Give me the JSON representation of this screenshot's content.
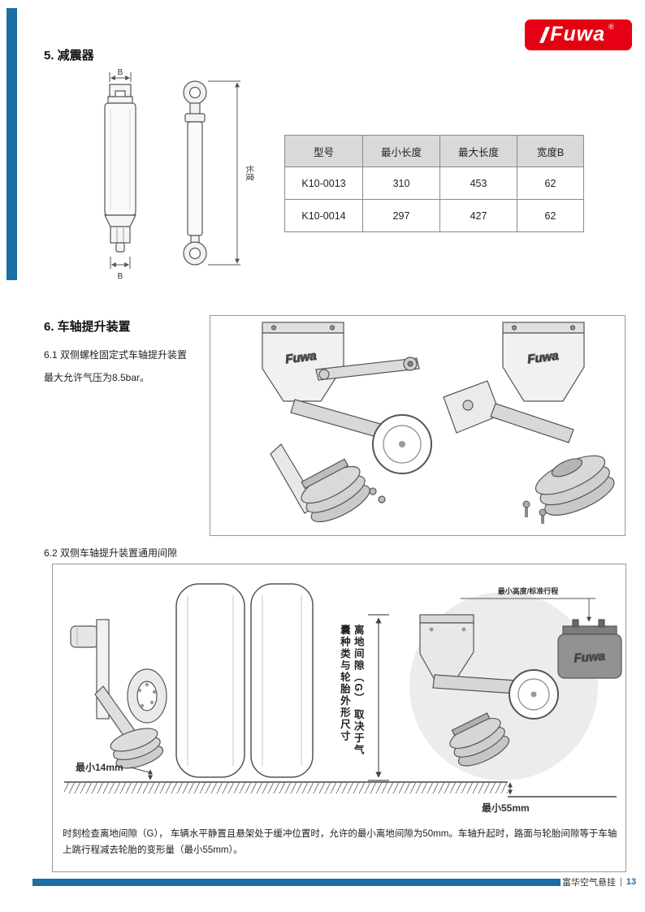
{
  "page": {
    "logo": {
      "text": "Fuwa",
      "reg": "®"
    },
    "footer": {
      "title": "富华空气悬挂",
      "separator": "|",
      "page_number": "13"
    }
  },
  "colors": {
    "accent_blue": "#1c6ea4",
    "logo_red": "#e60013",
    "table_header_gray": "#d9d9d9"
  },
  "section5": {
    "heading": "5. 减震器",
    "drawing": {
      "dim_b_top": "B",
      "dim_b_bottom": "B",
      "dim_length": "长度"
    },
    "table": {
      "headers": [
        "型号",
        "最小长度",
        "最大长度",
        "宽度B"
      ],
      "rows": [
        [
          "K10-0013",
          "310",
          "453",
          "62"
        ],
        [
          "K10-0014",
          "297",
          "427",
          "62"
        ]
      ]
    }
  },
  "section6": {
    "heading": "6. 车轴提升装置",
    "sub61": "6.1 双侧螺栓固定式车轴提升装置",
    "pressure_note": "最大允许气压为8.5bar。",
    "fig61": {
      "logo_left": "Fuwa",
      "logo_right": "Fuwa"
    },
    "sub62": "6.2 双侧车轴提升装置通用间隙",
    "fig62": {
      "min14": "最小14mm",
      "min55": "最小55mm",
      "min_height": "最小高度/标准行程",
      "vertical_label_col1": "离地间隙（G） 取决于气",
      "vertical_label_col2": "囊种类与轮胎外形尺寸",
      "bag_logo": "Fuwa",
      "note": "时刻检查离地间隙（G）， 车辆水平静置且悬架处于缓冲位置时，允许的最小离地间隙为50mm。车轴升起时，路面与轮胎间隙等于车轴上跳行程减去轮胎的变形量（最小55mm）。"
    }
  }
}
